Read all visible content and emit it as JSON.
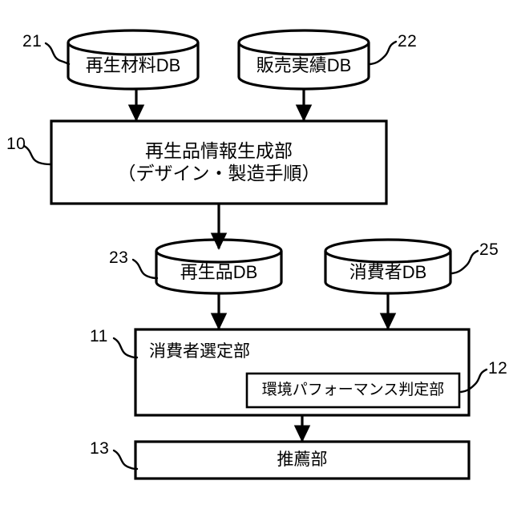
{
  "figure": {
    "type": "patent-block-diagram",
    "language": "ja",
    "background_color": "#ffffff",
    "stroke_color": "#000000"
  },
  "nodes": {
    "db_recycled_material": {
      "ref": "21",
      "label": "再生材料DB",
      "shape": "cylinder"
    },
    "db_sales_record": {
      "ref": "22",
      "label": "販売実績DB",
      "shape": "cylinder"
    },
    "unit_product_info_generator": {
      "ref": "10",
      "label_line1": "再生品情報生成部",
      "label_line2": "（デザイン・製造手順）",
      "shape": "rectangle"
    },
    "db_recycled_product": {
      "ref": "23",
      "label": "再生品DB",
      "shape": "cylinder"
    },
    "db_consumer": {
      "ref": "25",
      "label": "消費者DB",
      "shape": "cylinder"
    },
    "unit_consumer_selection": {
      "ref": "11",
      "label": "消費者選定部",
      "shape": "rectangle"
    },
    "unit_env_performance_judge": {
      "ref": "12",
      "label": "環境パフォーマンス判定部",
      "shape": "rectangle-nested"
    },
    "unit_recommendation": {
      "ref": "13",
      "label": "推薦部",
      "shape": "rectangle"
    }
  },
  "edges": [
    {
      "from": "db_recycled_material",
      "to": "unit_product_info_generator",
      "arrow": "down"
    },
    {
      "from": "db_sales_record",
      "to": "unit_product_info_generator",
      "arrow": "down"
    },
    {
      "from": "unit_product_info_generator",
      "to": "db_recycled_product",
      "arrow": "down"
    },
    {
      "from": "db_recycled_product",
      "to": "unit_consumer_selection",
      "arrow": "down"
    },
    {
      "from": "db_consumer",
      "to": "unit_consumer_selection",
      "arrow": "down"
    },
    {
      "from": "unit_consumer_selection",
      "to": "unit_recommendation",
      "arrow": "down"
    }
  ]
}
